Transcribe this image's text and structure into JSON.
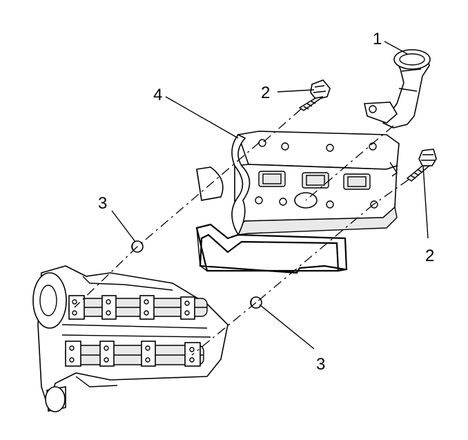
{
  "callouts": {
    "c1": "1",
    "c2a": "2",
    "c2b": "2",
    "c3a": "3",
    "c3b": "3",
    "c4": "4"
  },
  "colors": {
    "line": "#000000",
    "background": "#ffffff"
  }
}
